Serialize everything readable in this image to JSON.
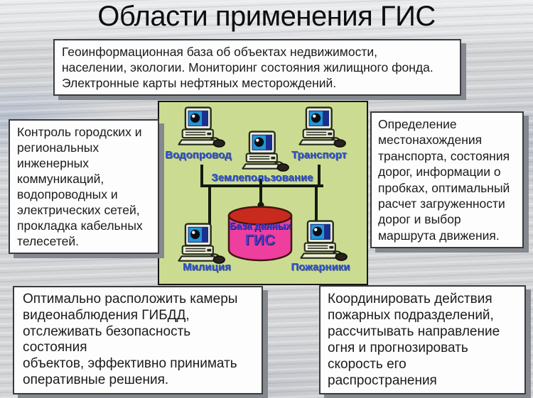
{
  "slide_title": "Области применения ГИС",
  "callouts": {
    "top": "Геоинформационная база об объектах недвижимости,\nнаселении, экологии. Мониторинг состояния жилищного фонда.\nЭлектронные карты нефтяных месторождений.",
    "left": "Контроль городских и\nрегиональных\nинженерных\nкоммуникаций,\nводопроводных и\nэлектрических сетей,\nпрокладка кабельных\nтелесетей.",
    "right": "Определение\nместонахождения\nтранспорта, состояния\nдорог, информации о\nпробках, оптимальный\nрасчет загруженности\nдорог и выбор\nмаршрута движения.",
    "bottom_left": "Оптимально расположить камеры\nвидеонаблюдения ГИБДД,\nотслеживать безопасность состояния\nобъектов, эффективно принимать\nоперативные решения.",
    "bottom_right": "Координировать действия\nпожарных подразделений,\nрассчитывать направление\nогня и прогнозировать\nскорость его распространения"
  },
  "diagram": {
    "nodes": [
      {
        "label": "Водопровод"
      },
      {
        "label": "Транспорт"
      },
      {
        "label": "Землепользование"
      },
      {
        "label": "Милиция"
      },
      {
        "label": "Пожарники"
      }
    ],
    "database": {
      "line1": "База данных",
      "line2": "ГИС"
    },
    "colors": {
      "panel_bg": "#cbdc92",
      "node_label_blue": "#2a4fd0",
      "cylinder_body": "#ee3e9e",
      "cylinder_top": "#c82a1e",
      "network_line": "#141a0c",
      "screen_blue": "#2196d8",
      "callout_shadow": "#84888f"
    }
  }
}
